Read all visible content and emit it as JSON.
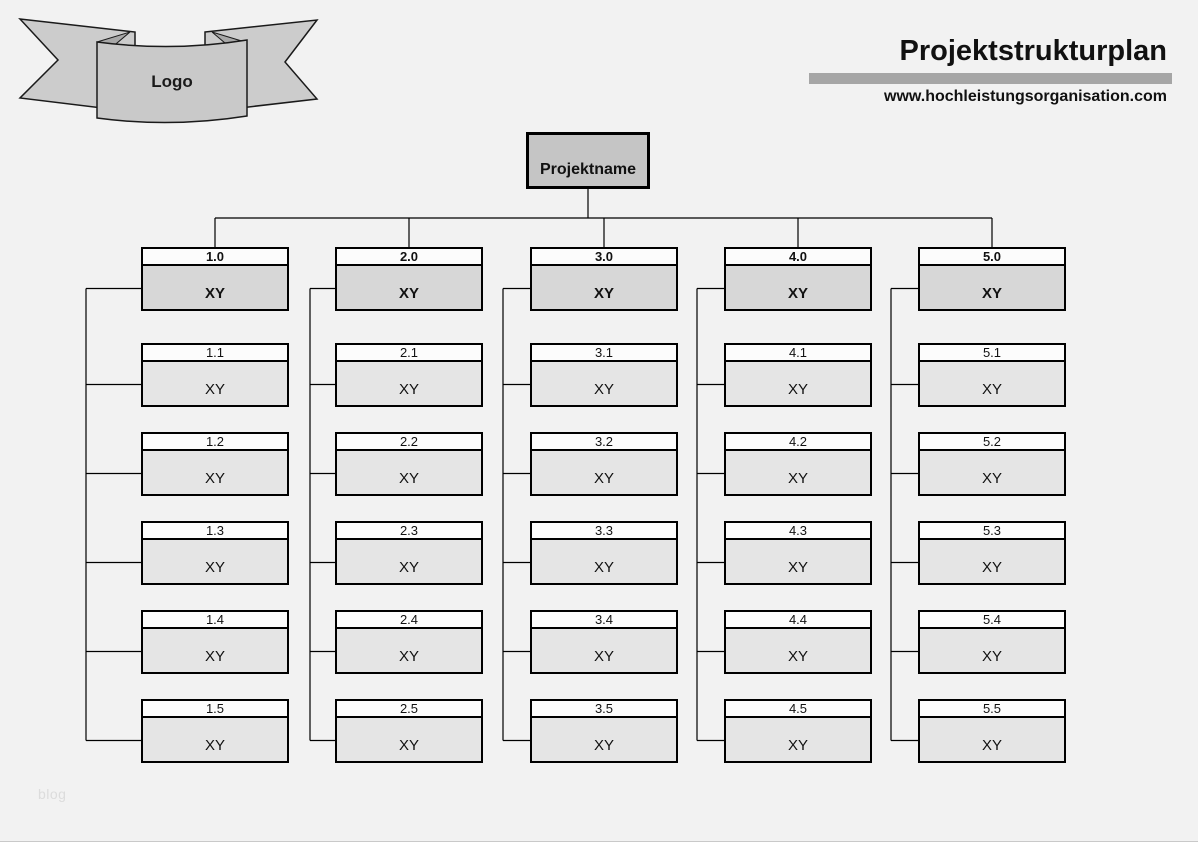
{
  "logo": {
    "label": "Logo"
  },
  "header": {
    "title": "Projektstrukturplan",
    "website": "www.hochleistungsorganisation.com"
  },
  "root": {
    "label": "Projektname"
  },
  "watermark": {
    "label": "blog"
  },
  "columns": [
    {
      "top": {
        "id": "1.0",
        "value": "XY"
      },
      "children": [
        {
          "id": "1.1",
          "value": "XY"
        },
        {
          "id": "1.2",
          "value": "XY"
        },
        {
          "id": "1.3",
          "value": "XY"
        },
        {
          "id": "1.4",
          "value": "XY"
        },
        {
          "id": "1.5",
          "value": "XY"
        }
      ]
    },
    {
      "top": {
        "id": "2.0",
        "value": "XY"
      },
      "children": [
        {
          "id": "2.1",
          "value": "XY"
        },
        {
          "id": "2.2",
          "value": "XY"
        },
        {
          "id": "2.3",
          "value": "XY"
        },
        {
          "id": "2.4",
          "value": "XY"
        },
        {
          "id": "2.5",
          "value": "XY"
        }
      ]
    },
    {
      "top": {
        "id": "3.0",
        "value": "XY"
      },
      "children": [
        {
          "id": "3.1",
          "value": "XY"
        },
        {
          "id": "3.2",
          "value": "XY"
        },
        {
          "id": "3.3",
          "value": "XY"
        },
        {
          "id": "3.4",
          "value": "XY"
        },
        {
          "id": "3.5",
          "value": "XY"
        }
      ]
    },
    {
      "top": {
        "id": "4.0",
        "value": "XY"
      },
      "children": [
        {
          "id": "4.1",
          "value": "XY"
        },
        {
          "id": "4.2",
          "value": "XY"
        },
        {
          "id": "4.3",
          "value": "XY"
        },
        {
          "id": "4.4",
          "value": "XY"
        },
        {
          "id": "4.5",
          "value": "XY"
        }
      ]
    },
    {
      "top": {
        "id": "5.0",
        "value": "XY"
      },
      "children": [
        {
          "id": "5.1",
          "value": "XY"
        },
        {
          "id": "5.2",
          "value": "XY"
        },
        {
          "id": "5.3",
          "value": "XY"
        },
        {
          "id": "5.4",
          "value": "XY"
        },
        {
          "id": "5.5",
          "value": "XY"
        }
      ]
    }
  ],
  "colors": {
    "background": "#f2f2f2",
    "accent_bar": "#a6a6a6",
    "root_fill": "#c5c5c5",
    "parent_body_fill": "#d7d7d7",
    "child_body_fill": "#e5e5e5",
    "box_header_fill": "#fcfcfc",
    "line": "#000000"
  }
}
